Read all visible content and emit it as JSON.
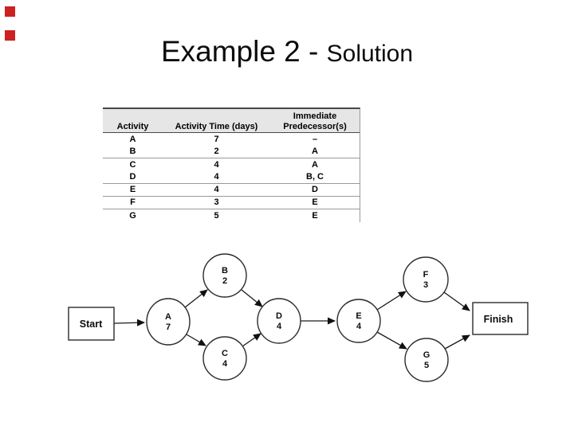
{
  "title": {
    "main": "Example 2 - ",
    "sub": "Solution"
  },
  "decorations": {
    "marker_color": "#cc2222"
  },
  "table": {
    "headers": {
      "activity": "Activity",
      "time": "Activity Time (days)",
      "predecessor": "Immediate Predecessor(s)"
    },
    "rows": [
      {
        "activity": "A",
        "time": "7",
        "pred": "–"
      },
      {
        "activity": "B",
        "time": "2",
        "pred": "A"
      },
      {
        "activity": "C",
        "time": "4",
        "pred": "A"
      },
      {
        "activity": "D",
        "time": "4",
        "pred": "B, C"
      },
      {
        "activity": "E",
        "time": "4",
        "pred": "D"
      },
      {
        "activity": "F",
        "time": "3",
        "pred": "E"
      },
      {
        "activity": "G",
        "time": "5",
        "pred": "E"
      }
    ]
  },
  "diagram": {
    "start_label": "Start",
    "finish_label": "Finish",
    "nodes": [
      {
        "id": "A",
        "time": "7"
      },
      {
        "id": "B",
        "time": "2"
      },
      {
        "id": "C",
        "time": "4"
      },
      {
        "id": "D",
        "time": "4"
      },
      {
        "id": "E",
        "time": "4"
      },
      {
        "id": "F",
        "time": "3"
      },
      {
        "id": "G",
        "time": "5"
      }
    ],
    "edges": [
      {
        "from": "Start",
        "to": "A"
      },
      {
        "from": "A",
        "to": "B"
      },
      {
        "from": "A",
        "to": "C"
      },
      {
        "from": "B",
        "to": "D"
      },
      {
        "from": "C",
        "to": "D"
      },
      {
        "from": "D",
        "to": "E"
      },
      {
        "from": "E",
        "to": "F"
      },
      {
        "from": "E",
        "to": "G"
      },
      {
        "from": "F",
        "to": "Finish"
      },
      {
        "from": "G",
        "to": "Finish"
      }
    ]
  }
}
